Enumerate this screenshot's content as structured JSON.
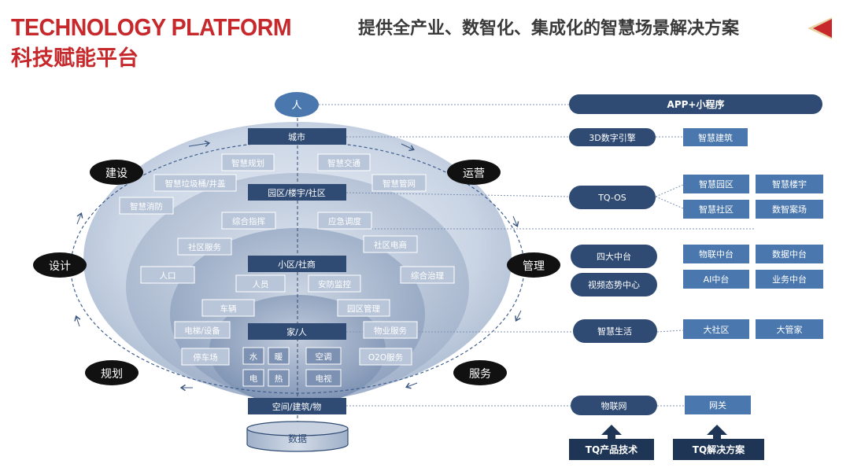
{
  "header": {
    "title_en": "TECHNOLOGY PLATFORM",
    "title_cn": "科技赋能平台",
    "subtitle": "提供全产业、数智化、集成化的智慧场景解决方案"
  },
  "colors": {
    "brand_red": "#c6282b",
    "navy": "#2f4b73",
    "tag_blue": "#4a77ad",
    "data_fill": "#b8c4d8"
  },
  "cycle": {
    "build": "建设",
    "operate": "运营",
    "manage": "管理",
    "service": "服务",
    "plan": "规划",
    "design": "设计"
  },
  "layers": {
    "person": "人",
    "city": "城市",
    "park": "园区/楼宇/社区",
    "community": "小区/社商",
    "home": "家/人",
    "space": "空间/建筑/物",
    "data": "数据"
  },
  "features": {
    "smart_planning": "智慧规划",
    "smart_traffic": "智慧交通",
    "smart_waste": "智慧垃圾桶/井盖",
    "smart_pipe": "智慧管网",
    "smart_fire": "智慧消防",
    "command": "综合指挥",
    "emergency": "应急调度",
    "community_service": "社区服务",
    "community_ecommerce": "社区电商",
    "population": "人口",
    "governance": "综合治理",
    "personnel": "人员",
    "security": "安防监控",
    "vehicle": "车辆",
    "park_mgmt": "园区管理",
    "elevator": "电梯/设备",
    "property": "物业服务",
    "parking": "停车场",
    "water": "水",
    "heating": "暖",
    "aircon": "空调",
    "o2o": "O2O服务",
    "electricity": "电",
    "heat": "热",
    "tv": "电视"
  },
  "platform": {
    "app": "APP+小程序",
    "engine3d": "3D数字引擎",
    "smart_building": "智慧建筑",
    "tqos": "TQ-OS",
    "smart_park": "智慧园区",
    "smart_tower": "智慧楼宇",
    "smart_community": "智慧社区",
    "digital_sales": "数智案场",
    "four_platforms": "四大中台",
    "video_center": "视频态势中心",
    "iot_platform": "物联中台",
    "data_platform": "数据中台",
    "ai_platform": "AI中台",
    "business_platform": "业务中台",
    "smart_life": "智慧生活",
    "big_community": "大社区",
    "butler": "大管家",
    "iot": "物联网",
    "gateway": "网关",
    "tq_tech": "TQ产品技术",
    "tq_solution": "TQ解决方案"
  }
}
